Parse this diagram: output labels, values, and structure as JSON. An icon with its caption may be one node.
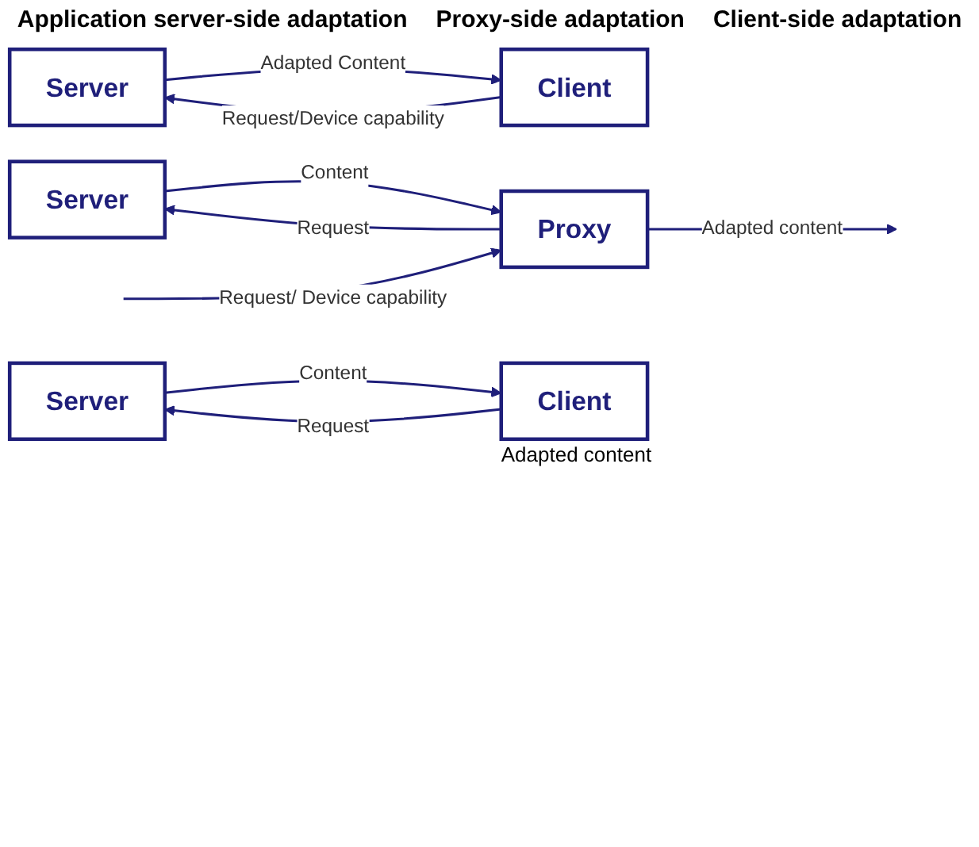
{
  "diagram": {
    "nodes": [
      {
        "text": [
          "Server"
        ]
      },
      {
        "text": [
          "Client"
        ]
      },
      {
        "text": [
          "Server"
        ]
      },
      {
        "text": [
          "Proxy"
        ]
      },
      {
        "text": [
          "Server"
        ]
      },
      {
        "text": [
          "Client"
        ],
        "beside": [
          "Adapted content"
        ]
      }
    ],
    "edges": [
      {
        "from": 1,
        "to": 0,
        "arrow": "to",
        "label": "Request/Device capability"
      },
      {
        "from": 0,
        "to": 1,
        "arrow": "to",
        "label": "Adapted Content"
      },
      {
        "from": 3,
        "to": 2,
        "arrow": "to",
        "label": "Request"
      },
      {
        "from": 2,
        "to": 3,
        "arrow": "to",
        "label": "Content"
      },
      {
        "from": null,
        "to": 3,
        "arrow": "to",
        "label": "Request/ Device capability"
      },
      {
        "from": 3,
        "to": null,
        "arrow": "to",
        "label": "Adapted content"
      },
      {
        "from": 5,
        "to": 4,
        "arrow": "to",
        "label": "Request"
      },
      {
        "from": 4,
        "to": 5,
        "arrow": "to",
        "label": "Content"
      }
    ],
    "labels": [
      "Application server-side adaptation",
      "Proxy-side adaptation",
      "Client-side adaptation"
    ]
  }
}
